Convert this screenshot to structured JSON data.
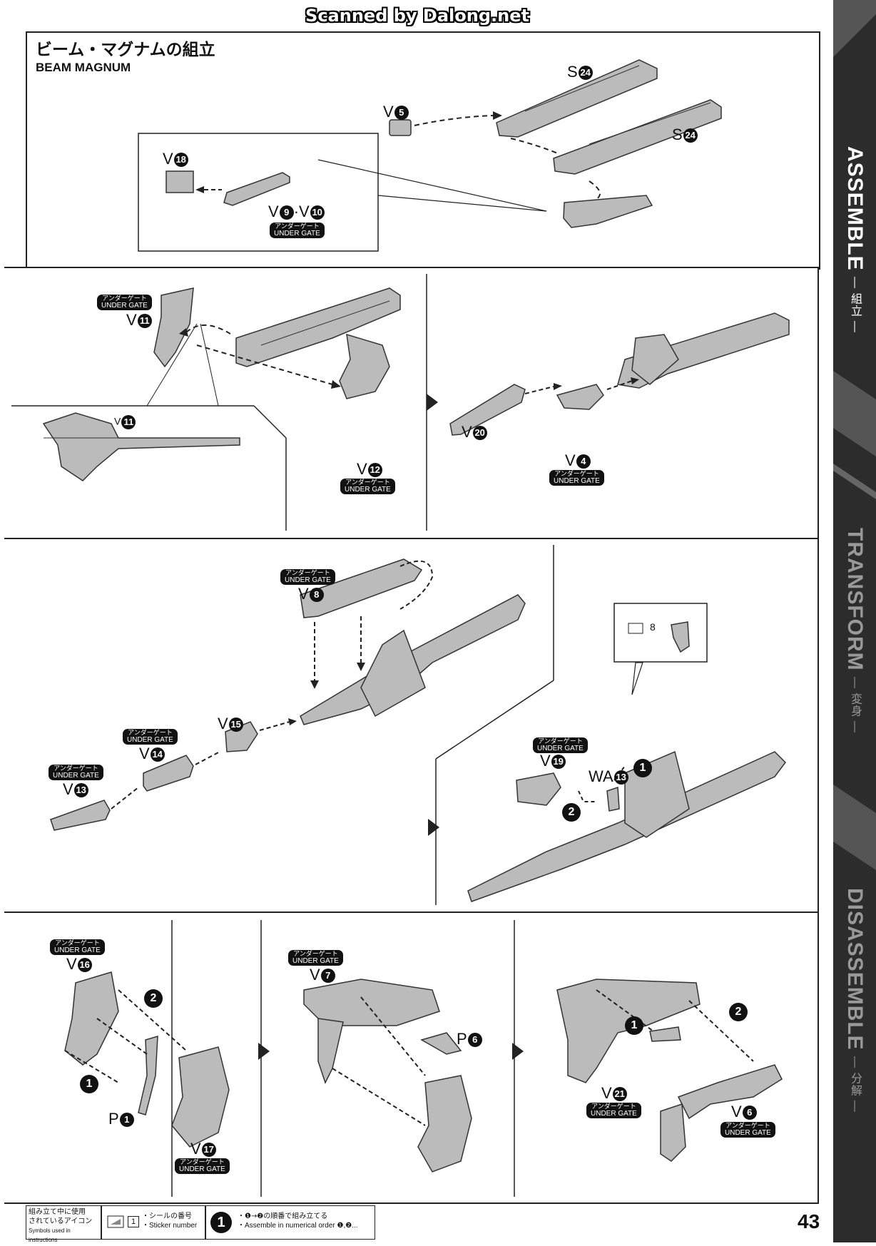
{
  "watermark": "Scanned by Dalong.net",
  "section": {
    "title_ja": "ビーム・マグナムの組立",
    "title_en": "BEAM MAGNUM"
  },
  "sidebar": [
    {
      "en": "ASSEMBLE",
      "ja": "— 組立 —"
    },
    {
      "en": "TRANSFORM",
      "ja": "— 変身 —"
    },
    {
      "en": "DISASSEMBLE",
      "ja": "— 分解 —"
    }
  ],
  "under_gate": {
    "ja": "アンダーゲート",
    "en": "UNDER GATE"
  },
  "steps": {
    "s1": "1",
    "s2": "2"
  },
  "parts": {
    "v5": {
      "p": "V",
      "n": "5"
    },
    "s24a": {
      "p": "S",
      "n": "24"
    },
    "s24b": {
      "p": "S",
      "n": "24"
    },
    "v18": {
      "p": "V",
      "n": "18"
    },
    "v9v10": {
      "p": "V",
      "n": "9",
      "sep": "·V",
      "n2": "10"
    },
    "v11": {
      "p": "V",
      "n": "11"
    },
    "v11s": {
      "p": "V",
      "n": "11"
    },
    "v12": {
      "p": "V",
      "n": "12"
    },
    "v20": {
      "p": "V",
      "n": "20"
    },
    "v4": {
      "p": "V",
      "n": "4"
    },
    "v8": {
      "p": "V",
      "n": "8"
    },
    "v15": {
      "p": "V",
      "n": "15"
    },
    "v14": {
      "p": "V",
      "n": "14"
    },
    "v13": {
      "p": "V",
      "n": "13"
    },
    "v19": {
      "p": "V",
      "n": "19"
    },
    "wa13": {
      "p": "WA",
      "n": "13"
    },
    "v16": {
      "p": "V",
      "n": "16"
    },
    "p1": {
      "p": "P",
      "n": "1"
    },
    "v17": {
      "p": "V",
      "n": "17"
    },
    "v7": {
      "p": "V",
      "n": "7"
    },
    "p6": {
      "p": "P",
      "n": "6"
    },
    "v21": {
      "p": "V",
      "n": "21"
    },
    "v6": {
      "p": "V",
      "n": "6"
    }
  },
  "sticker_callout": {
    "number": "8"
  },
  "footer": {
    "legend_title_ja_1": "組み立て中に使用",
    "legend_title_ja_2": "されているアイコン",
    "legend_title_en": "Symbols used in instructions",
    "sticker_num": "1",
    "sticker_ja": "・シールの番号",
    "sticker_en": "・Sticker number",
    "order_step": "1",
    "order_ja": "・❶→❷の順番で組み立てる",
    "order_en": "・Assemble in numerical order ❶,❷..."
  },
  "page_number": "43"
}
